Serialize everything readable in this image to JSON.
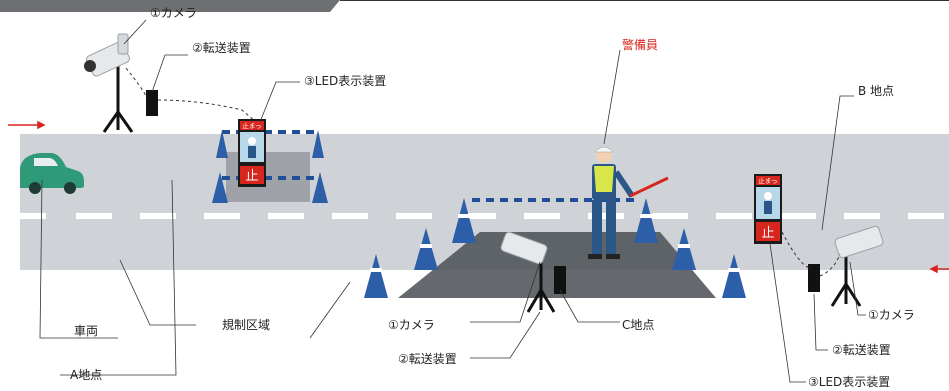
{
  "labels": {
    "camera_top": "①カメラ",
    "transfer_top": "②転送装置",
    "led_top": "③LED表示装置",
    "guard": "警備員",
    "point_b": "B 地点",
    "vehicle": "車両",
    "regulated_area": "規制区域",
    "point_a": "A地点",
    "camera_mid": "①カメラ",
    "transfer_mid": "②転送装置",
    "point_c": "C地点",
    "camera_right": "①カメラ",
    "transfer_right": "②転送装置",
    "led_bottom": "③LED表示装置"
  },
  "signs": {
    "stop_top": "止まっ",
    "stop_char": "止"
  },
  "colors": {
    "road": "#cfd3d8",
    "stop_red": "#d7261e",
    "car": "#2e9a78",
    "cone": "#2c5fa8",
    "pad": "#4a4f55",
    "guard_vest": "#d8e64a",
    "guard_body": "#2a5688"
  }
}
